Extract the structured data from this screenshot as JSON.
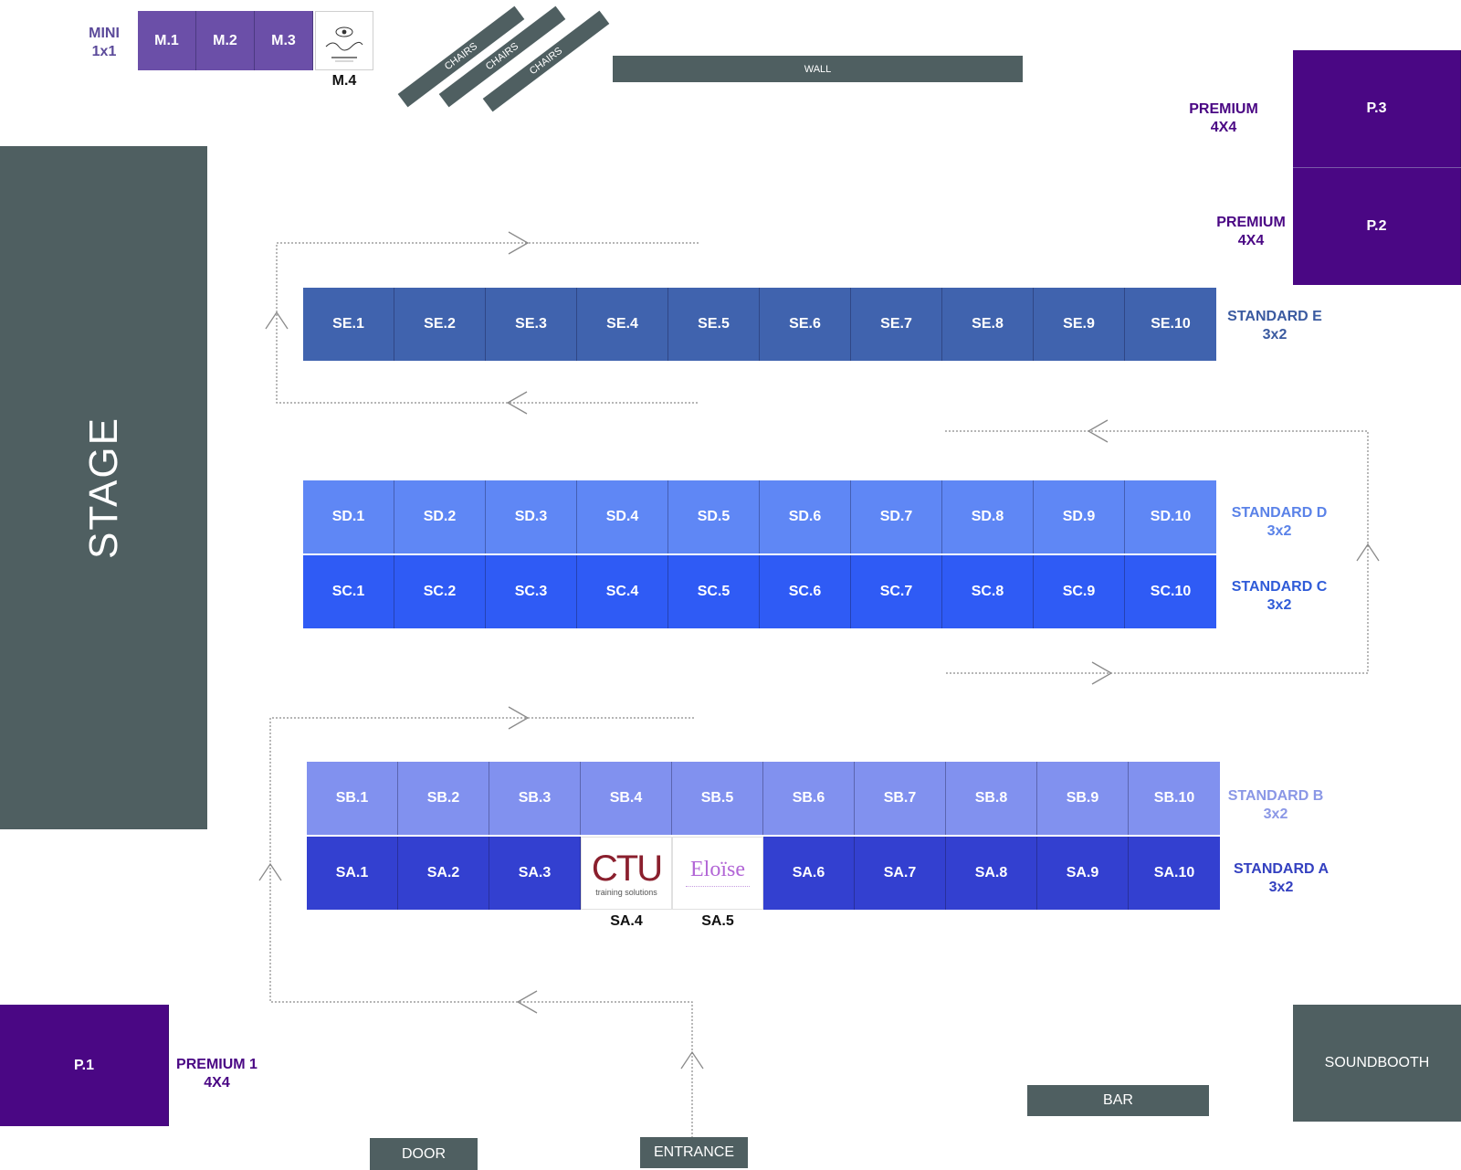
{
  "colors": {
    "slate": "#4f5f61",
    "mini": "#6b4fa8",
    "premium": "#4a0784",
    "standard_e": "#4063ae",
    "standard_d": "#5f87f5",
    "standard_c": "#2f5bf5",
    "standard_b": "#8191ef",
    "standard_a": "#3340d0"
  },
  "venue": {
    "stage": "STAGE",
    "wall": "WALL",
    "chairs": [
      "CHAIRS",
      "CHAIRS",
      "CHAIRS"
    ],
    "door": "DOOR",
    "entrance": "ENTRANCE",
    "bar": "BAR",
    "soundbooth": "SOUNDBOOTH"
  },
  "mini": {
    "label_line1": "MINI",
    "label_line2": "1x1",
    "booths": [
      "M.1",
      "M.2",
      "M.3"
    ],
    "sponsor_booth": "M.4"
  },
  "premium": {
    "p3": {
      "booth": "P.3",
      "label_line1": "PREMIUM",
      "label_line2": "4X4"
    },
    "p2": {
      "booth": "P.2",
      "label_line1": "PREMIUM",
      "label_line2": "4X4"
    },
    "p1": {
      "booth": "P.1",
      "label_line1": "PREMIUM 1",
      "label_line2": "4X4"
    }
  },
  "standard": {
    "e": {
      "label_line1": "STANDARD E",
      "label_line2": "3x2",
      "booths": [
        "SE.1",
        "SE.2",
        "SE.3",
        "SE.4",
        "SE.5",
        "SE.6",
        "SE.7",
        "SE.8",
        "SE.9",
        "SE.10"
      ]
    },
    "d": {
      "label_line1": "STANDARD D",
      "label_line2": "3x2",
      "booths": [
        "SD.1",
        "SD.2",
        "SD.3",
        "SD.4",
        "SD.5",
        "SD.6",
        "SD.7",
        "SD.8",
        "SD.9",
        "SD.10"
      ]
    },
    "c": {
      "label_line1": "STANDARD C",
      "label_line2": "3x2",
      "booths": [
        "SC.1",
        "SC.2",
        "SC.3",
        "SC.4",
        "SC.5",
        "SC.6",
        "SC.7",
        "SC.8",
        "SC.9",
        "SC.10"
      ]
    },
    "b": {
      "label_line1": "STANDARD B",
      "label_line2": "3x2",
      "booths": [
        "SB.1",
        "SB.2",
        "SB.3",
        "SB.4",
        "SB.5",
        "SB.6",
        "SB.7",
        "SB.8",
        "SB.9",
        "SB.10"
      ]
    },
    "a": {
      "label_line1": "STANDARD A",
      "label_line2": "3x2",
      "booths": [
        "SA.1",
        "SA.2",
        "SA.3",
        "SA.4",
        "SA.5",
        "SA.6",
        "SA.7",
        "SA.8",
        "SA.9",
        "SA.10"
      ]
    }
  },
  "sponsors": {
    "ctu_logo": "CTU",
    "ctu_tagline": "training solutions",
    "eloise_logo": "Eloïse"
  }
}
